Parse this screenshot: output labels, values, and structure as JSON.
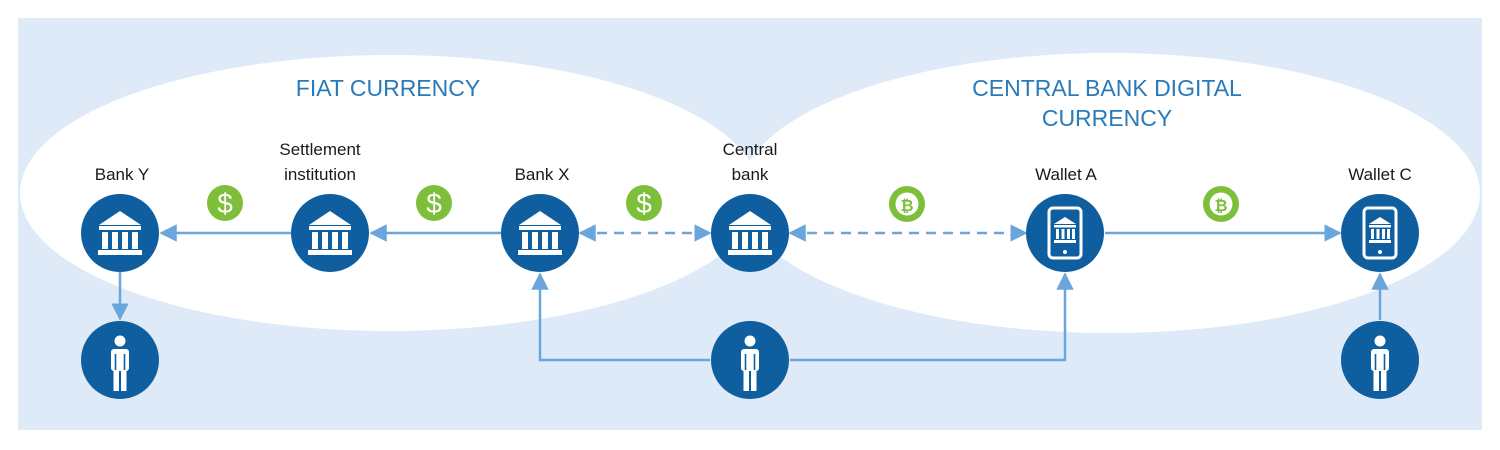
{
  "colors": {
    "background": "#dfeaf8",
    "region_fill": "#ffffff",
    "node": "#0f5fa0",
    "connector": "#6aa6db",
    "coin": "#7dbf3a",
    "title_text": "#2a7ab8",
    "label_text": "#1a1a1a"
  },
  "regions": {
    "fiat": {
      "title": "FIAT CURRENCY"
    },
    "cbdc": {
      "title_line1": "CENTRAL BANK DIGITAL",
      "title_line2": "CURRENCY"
    }
  },
  "nodes": {
    "bank_y": {
      "label": "Bank Y",
      "icon": "bank-icon"
    },
    "settlement": {
      "label_line1": "Settlement",
      "label_line2": "institution",
      "icon": "bank-icon"
    },
    "bank_x": {
      "label": "Bank X",
      "icon": "bank-icon"
    },
    "central_bank": {
      "label_line1": "Central",
      "label_line2": "bank",
      "icon": "bank-icon"
    },
    "wallet_a": {
      "label": "Wallet A",
      "icon": "tablet-bank-icon"
    },
    "wallet_c": {
      "label": "Wallet C",
      "icon": "tablet-bank-icon"
    },
    "person_left": {
      "icon": "person-icon"
    },
    "person_center": {
      "icon": "person-icon"
    },
    "person_right": {
      "icon": "person-icon"
    }
  },
  "coins": {
    "dollar_symbol": "$",
    "bitcoin_symbol": "₿",
    "dollar_icon": "dollar-coin-icon",
    "bitcoin_icon": "bitcoin-coin-icon"
  }
}
